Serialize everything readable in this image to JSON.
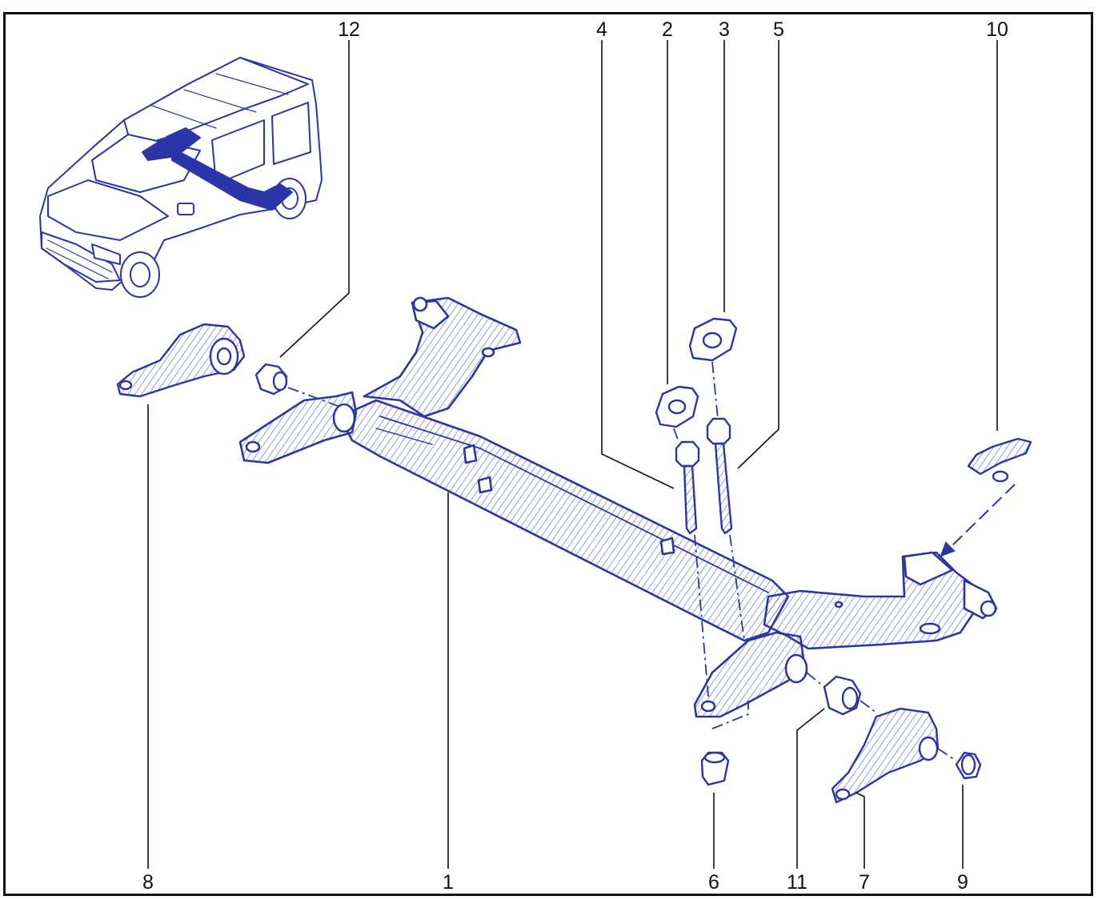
{
  "figure": {
    "colors": {
      "line": "#2a35a8",
      "hatch": "#5b66c9",
      "frame": "#111111",
      "background": "#ffffff"
    },
    "callouts": {
      "c1": "1",
      "c2": "2",
      "c3": "3",
      "c4": "4",
      "c5": "5",
      "c6": "6",
      "c7": "7",
      "c8": "8",
      "c9": "9",
      "c10": "10",
      "c11": "11",
      "c12": "12"
    }
  }
}
